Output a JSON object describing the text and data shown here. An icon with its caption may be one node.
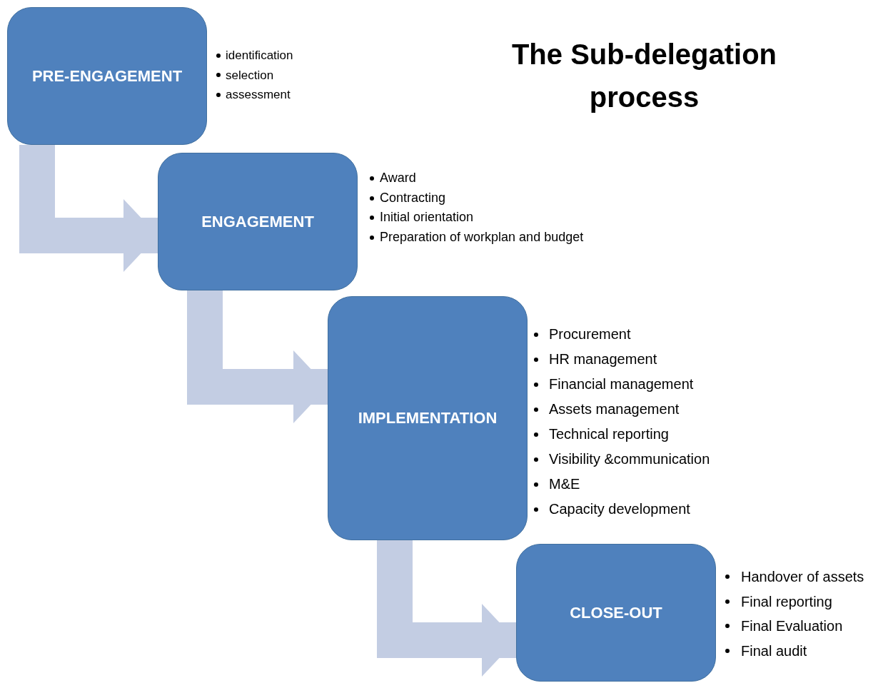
{
  "diagram": {
    "title": "The Sub-delegation process",
    "nodes": [
      {
        "text": [
          "PRE-ENGAGEMENT"
        ],
        "beside": [
          "identification",
          "selection",
          "assessment"
        ]
      },
      {
        "text": [
          "ENGAGEMENT"
        ],
        "beside": [
          "Award",
          "Contracting",
          "Initial orientation",
          "Preparation of workplan and budget"
        ]
      },
      {
        "text": [
          "IMPLEMENTATION"
        ],
        "beside": [
          "Procurement",
          "HR management",
          "Financial management",
          "Assets management",
          "Technical reporting",
          "Visibility &communication",
          "M&E",
          "Capacity development"
        ]
      },
      {
        "text": [
          "CLOSE-OUT"
        ],
        "beside": [
          "Handover of assets",
          "Final reporting",
          "Final Evaluation",
          "Final audit"
        ]
      }
    ],
    "edges": [
      {
        "from": 0,
        "to": 1,
        "arrow": "to"
      },
      {
        "from": 1,
        "to": 2,
        "arrow": "to"
      },
      {
        "from": 2,
        "to": 3,
        "arrow": "to"
      }
    ]
  }
}
